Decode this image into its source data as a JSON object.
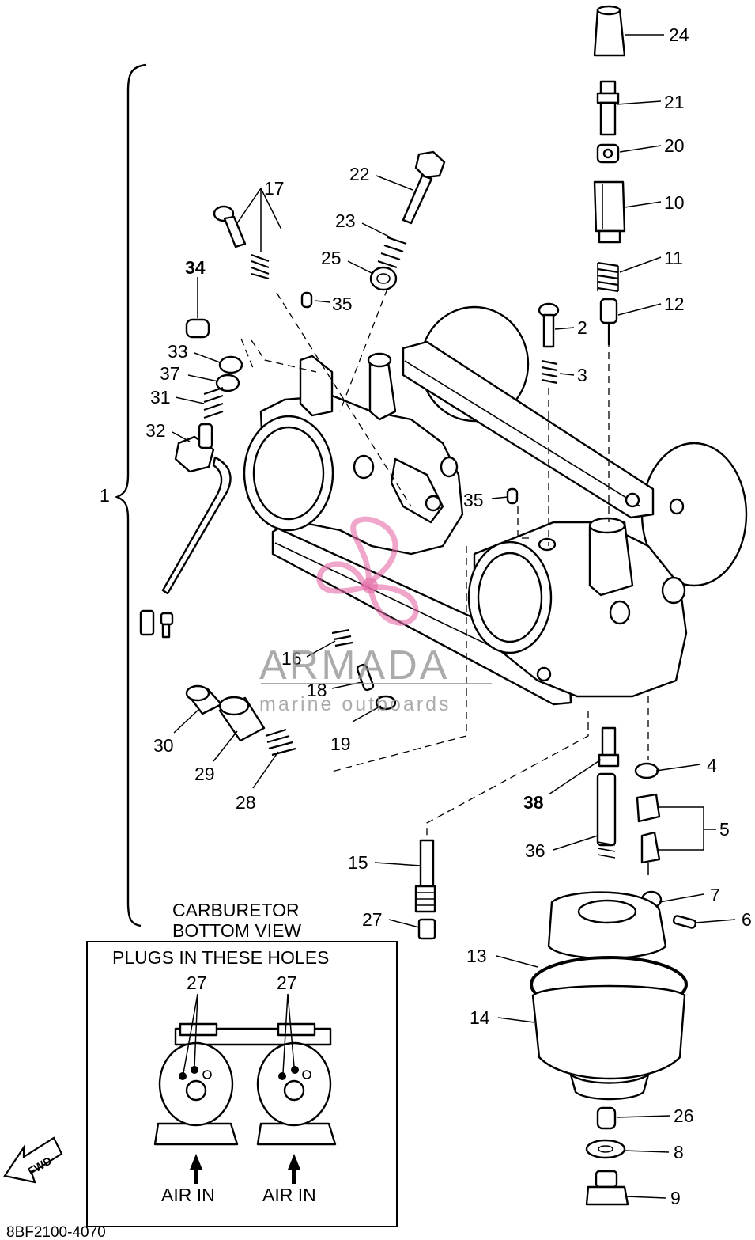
{
  "diagram": {
    "drawing_code": "8BF2100-4070",
    "inset": {
      "title_line1": "CARBURETOR",
      "title_line2": "BOTTOM VIEW",
      "box_title": "PLUGS IN THESE HOLES",
      "left_ref": "27",
      "right_ref": "27",
      "air_left": "AIR IN",
      "air_right": "AIR IN"
    },
    "fwd_arrow": "FWD",
    "watermark": {
      "brand": "ARMADA",
      "tagline": "marine outboards",
      "color": "#e56aa6"
    },
    "labels": {
      "p1": "1",
      "p2": "2",
      "p3": "3",
      "p4": "4",
      "p5": "5",
      "p6": "6",
      "p7": "7",
      "p8": "8",
      "p9": "9",
      "p10": "10",
      "p11": "11",
      "p12": "12",
      "p13": "13",
      "p14": "14",
      "p15": "15",
      "p16": "16",
      "p17": "17",
      "p18": "18",
      "p19": "19",
      "p20": "20",
      "p21": "21",
      "p22": "22",
      "p23": "23",
      "p24": "24",
      "p25": "25",
      "p26": "26",
      "p27": "27",
      "p28": "28",
      "p29": "29",
      "p30": "30",
      "p31": "31",
      "p32": "32",
      "p33": "33",
      "p34": "34",
      "p35a": "35",
      "p35b": "35",
      "p36": "36",
      "p37": "37",
      "p38": "38"
    }
  }
}
